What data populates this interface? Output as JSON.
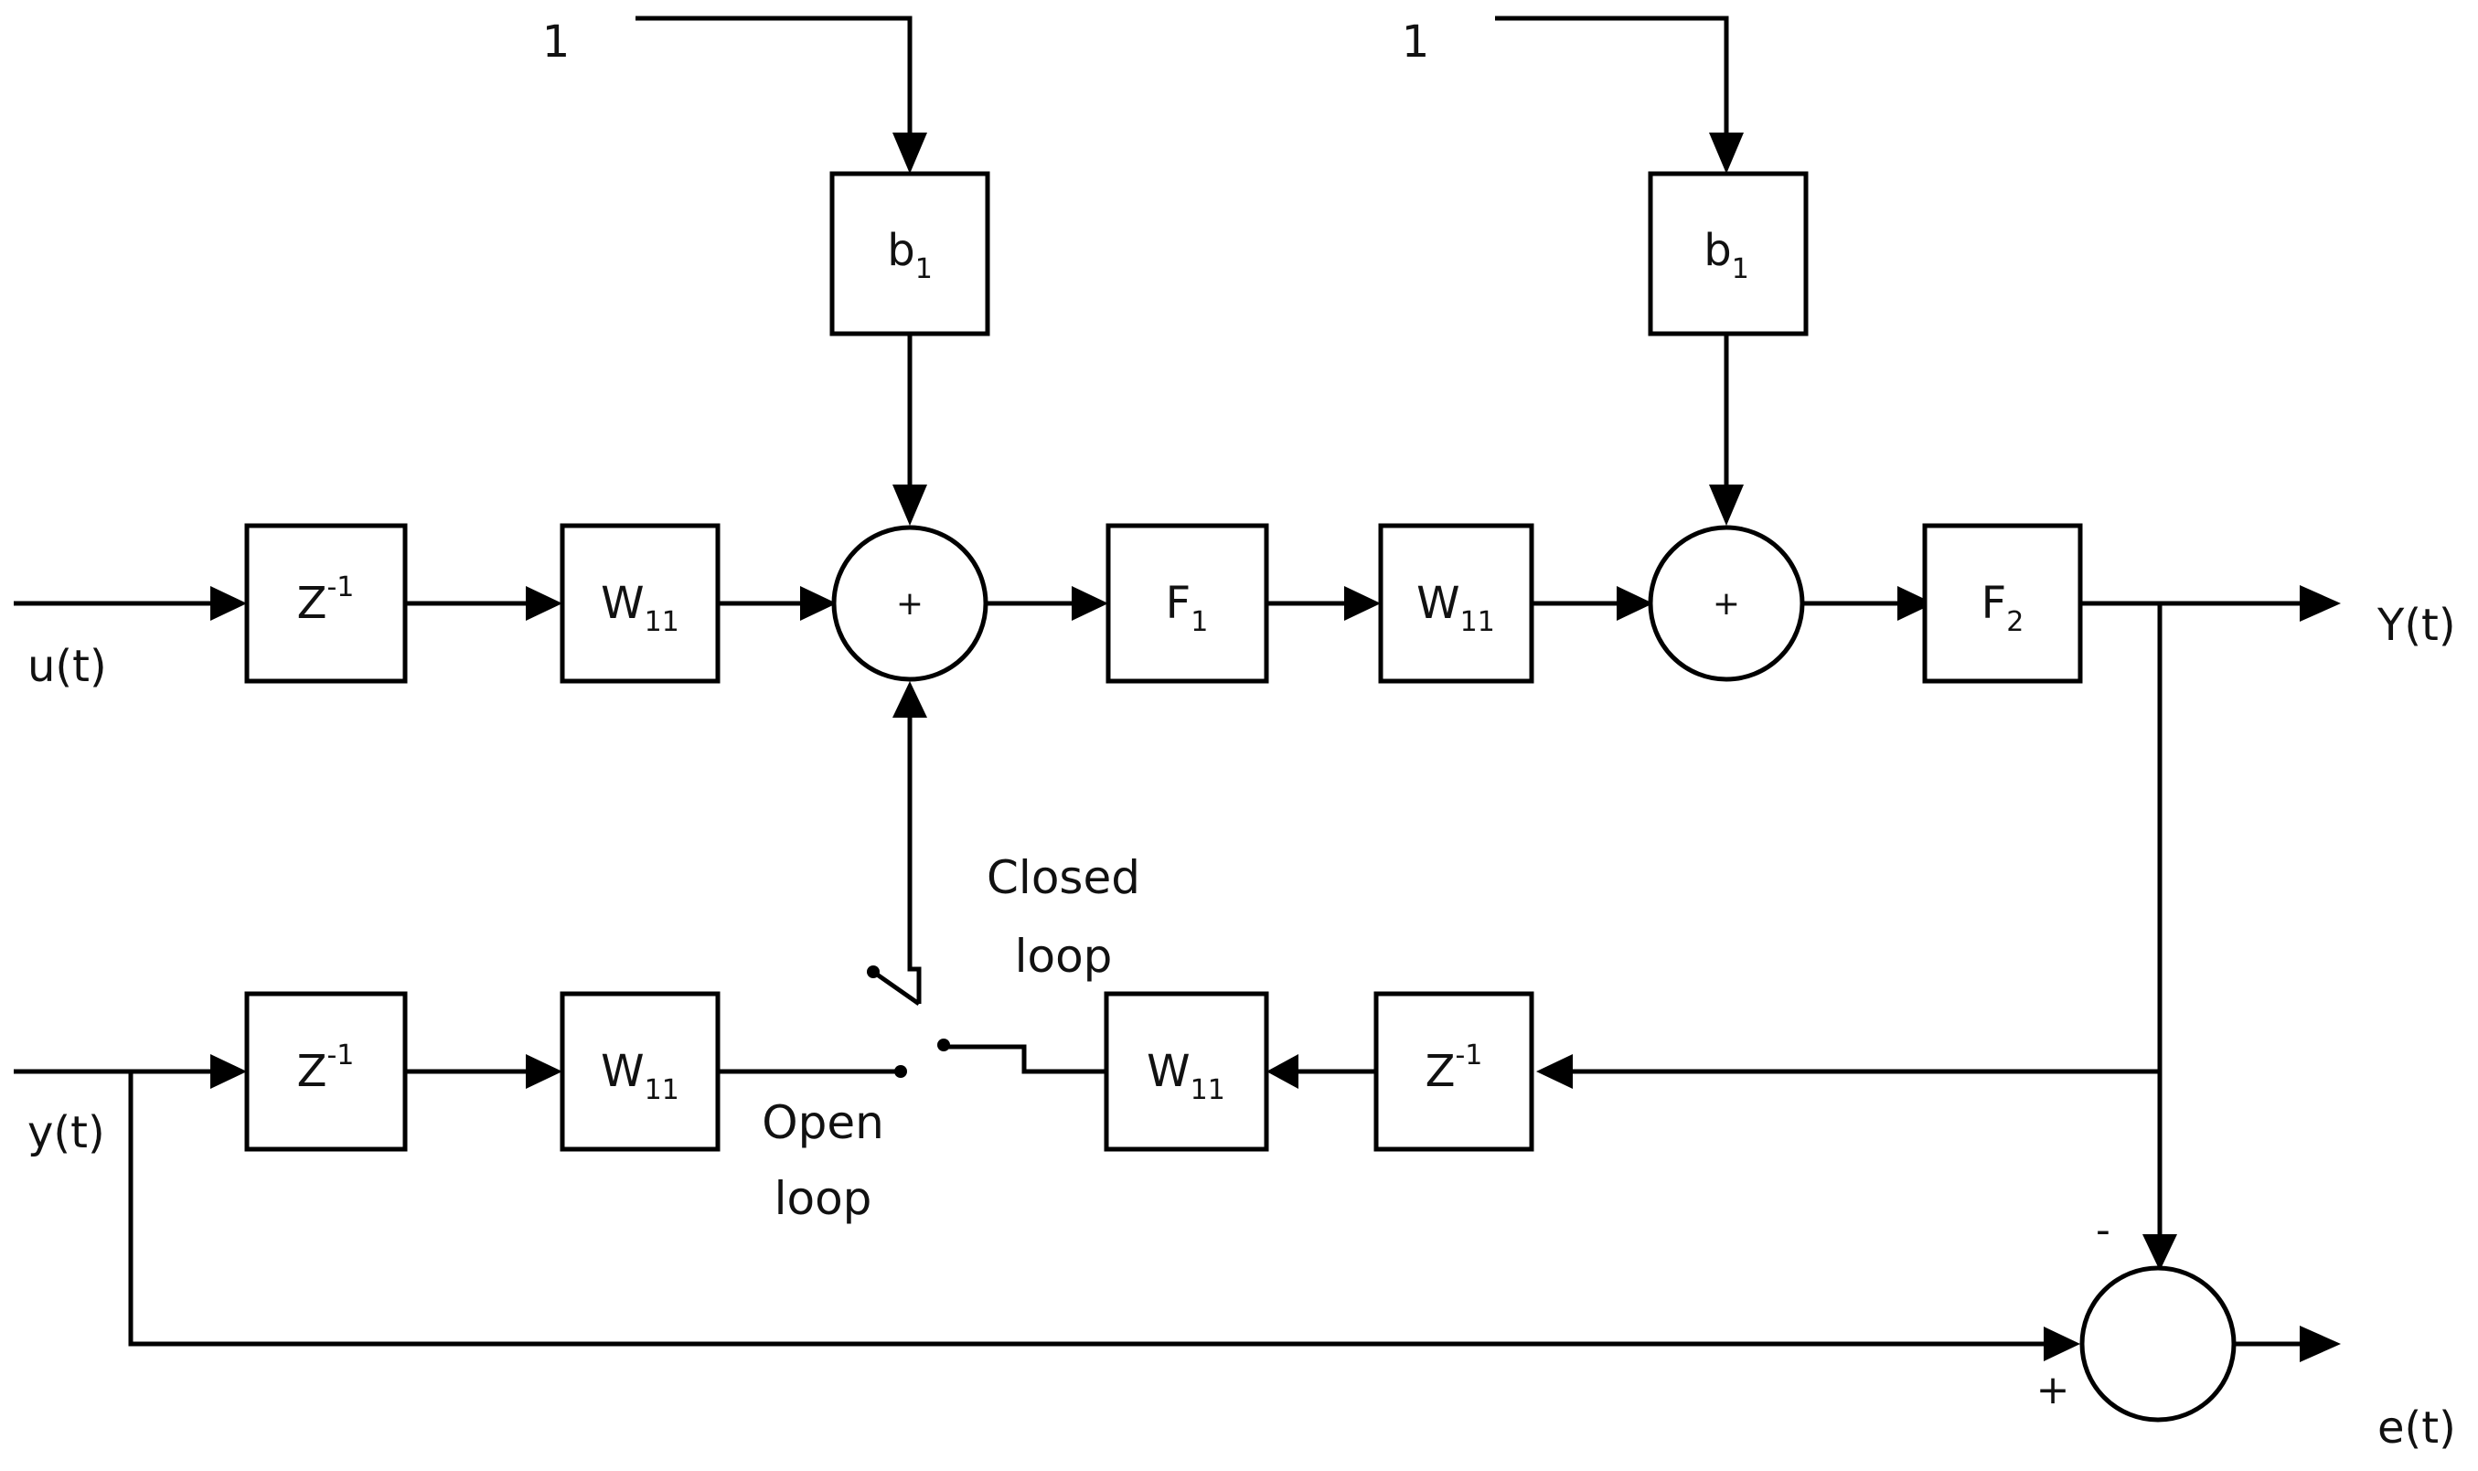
{
  "blocks": {
    "delay_top": {
      "base": "Z",
      "sup": "-1",
      "sub": ""
    },
    "weight_top_1": {
      "base": "W",
      "sup": "",
      "sub": "11"
    },
    "bias_1": {
      "base": "b",
      "sup": "",
      "sub": "1"
    },
    "act_1": {
      "base": "F",
      "sup": "",
      "sub": "1"
    },
    "weight_top_2": {
      "base": "W",
      "sup": "",
      "sub": "11"
    },
    "bias_2": {
      "base": "b",
      "sup": "",
      "sub": "1"
    },
    "act_2": {
      "base": "F",
      "sup": "",
      "sub": "2"
    },
    "delay_bottom": {
      "base": "Z",
      "sup": "-1",
      "sub": ""
    },
    "weight_bottom": {
      "base": "W",
      "sup": "",
      "sub": "11"
    },
    "weight_feedback": {
      "base": "W",
      "sup": "",
      "sub": "11"
    },
    "delay_feedback": {
      "base": "Z",
      "sup": "-1",
      "sub": ""
    }
  },
  "signals": {
    "bias_input_1": "1",
    "bias_input_2": "1",
    "input_u": "u(t)",
    "input_y": "y(t)",
    "output_Y": "Y(t)",
    "output_e": "e(t)"
  },
  "junctions": {
    "sum_1": "+",
    "sum_2": "+",
    "error_minus": "-",
    "error_plus": "+"
  },
  "switch": {
    "closed_line1": "Closed",
    "closed_line2": "loop",
    "open_line1": "Open",
    "open_line2": "loop"
  }
}
